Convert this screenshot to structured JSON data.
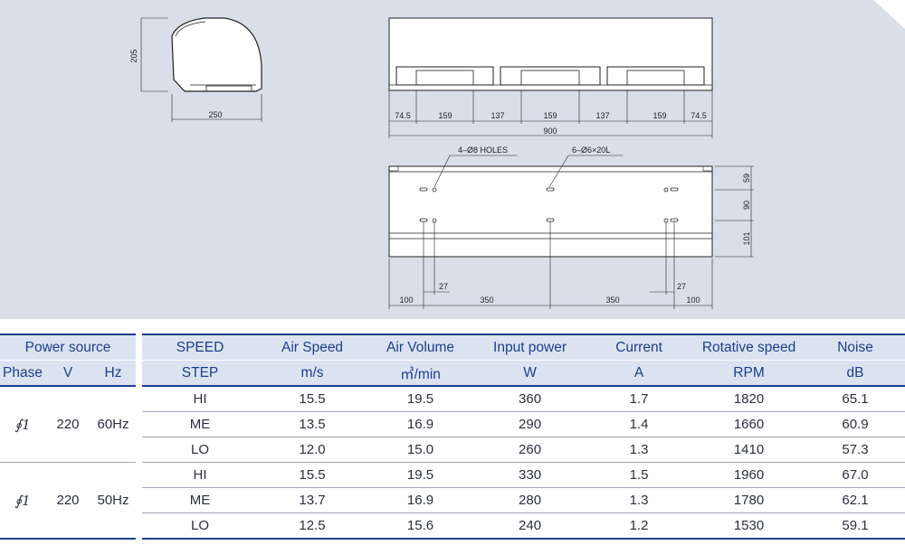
{
  "drawing": {
    "side_view": {
      "height_dim": "205",
      "width_dim": "250"
    },
    "front_view": {
      "dims": [
        "74.5",
        "159",
        "137",
        "159",
        "137",
        "159",
        "74.5"
      ],
      "total": "900"
    },
    "rear_view": {
      "holes_label": "4–Ø8 HOLES",
      "slots_label": "6–Ø6×20L",
      "right_dims": [
        "59",
        "90",
        "101"
      ],
      "bottom_small": [
        "27",
        "27"
      ],
      "bottom_dims": [
        "100",
        "350",
        "350",
        "100"
      ]
    }
  },
  "table": {
    "header_top": {
      "power_source": "Power source",
      "speed": "SPEED",
      "air_speed": "Air Speed",
      "air_volume": "Air Volume",
      "input_power": "Input power",
      "current": "Current",
      "rotative_speed": "Rotative speed",
      "noise": "Noise"
    },
    "header_sub": {
      "phase": "Phase",
      "v": "V",
      "hz": "Hz",
      "step": "STEP",
      "air_speed_unit": "m/s",
      "air_volume_unit": "㎥/min",
      "input_power_unit": "W",
      "current_unit": "A",
      "rotative_speed_unit": "RPM",
      "noise_unit": "dB"
    },
    "groups": [
      {
        "phase": "∮1",
        "v": "220",
        "hz": "60Hz",
        "rows": [
          {
            "step": "HI",
            "air_speed": "15.5",
            "air_volume": "19.5",
            "input_power": "360",
            "current": "1.7",
            "rpm": "1820",
            "noise": "65.1"
          },
          {
            "step": "ME",
            "air_speed": "13.5",
            "air_volume": "16.9",
            "input_power": "290",
            "current": "1.4",
            "rpm": "1660",
            "noise": "60.9"
          },
          {
            "step": "LO",
            "air_speed": "12.0",
            "air_volume": "15.0",
            "input_power": "260",
            "current": "1.3",
            "rpm": "1410",
            "noise": "57.3"
          }
        ]
      },
      {
        "phase": "∮1",
        "v": "220",
        "hz": "50Hz",
        "rows": [
          {
            "step": "HI",
            "air_speed": "15.5",
            "air_volume": "19.5",
            "input_power": "330",
            "current": "1.5",
            "rpm": "1960",
            "noise": "67.0"
          },
          {
            "step": "ME",
            "air_speed": "13.7",
            "air_volume": "16.9",
            "input_power": "280",
            "current": "1.3",
            "rpm": "1780",
            "noise": "62.1"
          },
          {
            "step": "LO",
            "air_speed": "12.5",
            "air_volume": "15.6",
            "input_power": "240",
            "current": "1.2",
            "rpm": "1530",
            "noise": "59.1"
          }
        ]
      }
    ]
  },
  "colors": {
    "panel_bg": "#d9dee9",
    "header_bg": "#dbe3f1",
    "header_text": "#1b3f8c",
    "rule": "#1b3f8c"
  }
}
